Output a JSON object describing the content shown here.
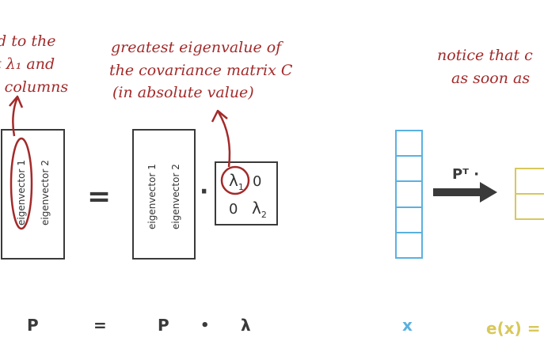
{
  "annotations": {
    "left_lines": [
      "d to the",
      "t λ₁ and",
      "t columns"
    ],
    "top_lines": [
      "greatest eigenvalue of",
      "the covariance matrix C",
      "(in absolute value)"
    ],
    "right_lines": [
      "notice that  c",
      "as soon as"
    ]
  },
  "matrix_labels": {
    "col1": "eigenvector 1",
    "col2": "eigenvector 2"
  },
  "diagonal": {
    "lambda": "λ",
    "sub1": "1",
    "sub2": "2",
    "zero": "0"
  },
  "operators": {
    "equals": "=",
    "dot": "·",
    "transform": "Pᵀ ·"
  },
  "bottom_row": {
    "p_left": "P",
    "equals": "=",
    "p_right": "P",
    "dot": "•",
    "lambda": "λ",
    "x": "x",
    "ex": "e(x) = I"
  },
  "colors": {
    "annotation": "#a32a2a",
    "x_vector": "#5ab1e0",
    "e_vector": "#d8c85a",
    "ink": "#3a3a3a"
  }
}
